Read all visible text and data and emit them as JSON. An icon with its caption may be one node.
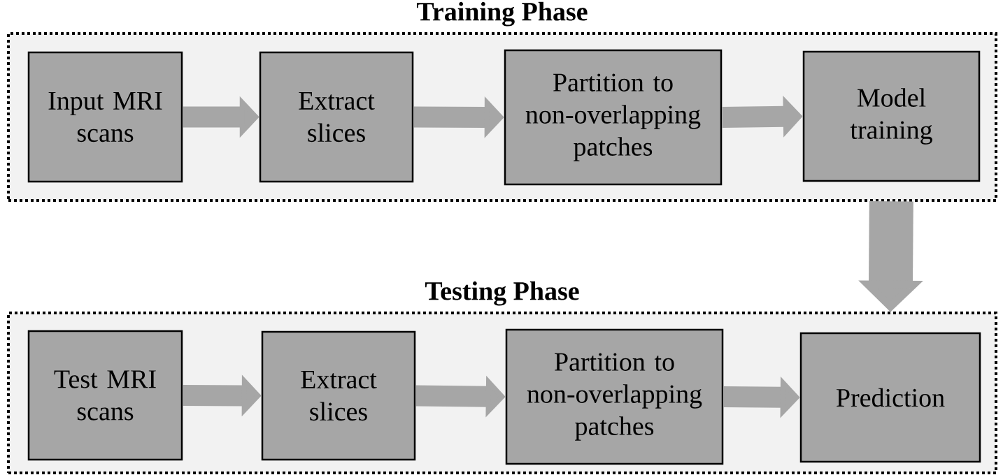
{
  "diagram": {
    "nodes": [
      {
        "text": [
          "Training Phase"
        ]
      },
      {
        "text": [
          "Input MRI scans"
        ],
        "in": 0
      },
      {
        "text": [
          "Extract slices"
        ],
        "in": 0
      },
      {
        "text": [
          "Partition to non-overlapping patches"
        ],
        "in": 0
      },
      {
        "text": [
          "Model training"
        ],
        "in": 0
      },
      {
        "text": [
          "Testing Phase"
        ]
      },
      {
        "text": [
          "Test MRI scans"
        ],
        "in": 5
      },
      {
        "text": [
          "Extract slices"
        ],
        "in": 5
      },
      {
        "text": [
          "Partition to non-overlapping patches"
        ],
        "in": 5
      },
      {
        "text": [
          "Prediction"
        ],
        "in": 5
      }
    ],
    "edges": [
      {
        "from": 1,
        "to": 2,
        "arrow": "to"
      },
      {
        "from": 2,
        "to": 3,
        "arrow": "to"
      },
      {
        "from": 3,
        "to": 4,
        "arrow": "to"
      },
      {
        "from": 4,
        "to": 9,
        "arrow": "to",
        "style": "thick"
      },
      {
        "from": 6,
        "to": 7,
        "arrow": "to"
      },
      {
        "from": 7,
        "to": 8,
        "arrow": "to"
      },
      {
        "from": 8,
        "to": 9,
        "arrow": "to"
      }
    ]
  }
}
